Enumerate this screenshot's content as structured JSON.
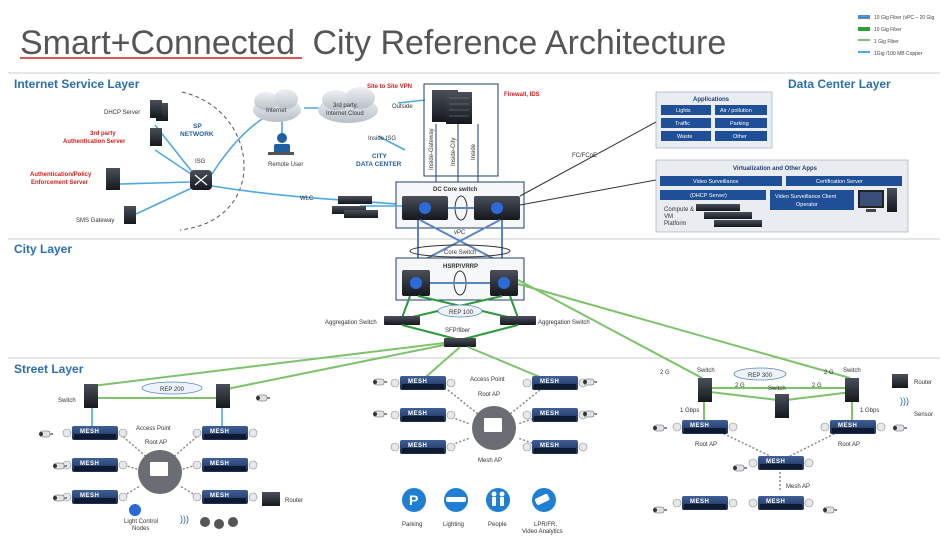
{
  "title": {
    "underlined": "Smart+Connected",
    "rest": " City Reference Architecture"
  },
  "legend": [
    {
      "label": "10 Gig Fiber (vPC – 20 Gig",
      "color": "#5b86c5"
    },
    {
      "label": "10 Gig Fiber",
      "color": "#2f9a3c"
    },
    {
      "label": "1 Gig Fiber",
      "color": "#7cc36a"
    },
    {
      "label": "1Gig /100 MB Copper",
      "color": "#4da9df"
    }
  ],
  "layers": {
    "internet": "Internet Service Layer",
    "datacenter": "Data Center Layer",
    "city": "City Layer",
    "street": "Street Layer"
  },
  "isl": {
    "dhcp": "DHCP Server",
    "party_l1": "3rd party",
    "party_l2": "Authentication Server",
    "aaa_l1": "Authentication/Policy",
    "aaa_l2": "Enforcement Server",
    "sms": "SMS Gateway",
    "sp_l1": "SP",
    "sp_l2": "NETWORK",
    "isg": "ISG",
    "internet": "Internet",
    "remote": "Remote User",
    "cloud_l1": "3rd party,",
    "cloud_l2": "Internet Cloud",
    "vpn": "Site to Site VPN",
    "outside": "Outside",
    "firewall": "Firewall, IDS",
    "inside_isg": "Inside ISG",
    "citydc_l1": "CITY",
    "citydc_l2": "DATA CENTER",
    "inside_gw": "Inside-Gateway",
    "inside_city": "Inside-City",
    "inside": "Inside",
    "wlc": "WLC",
    "fcfcoe": "FC/FCoE",
    "dccore": "DC Core switch",
    "vpc": "vPC"
  },
  "dc": {
    "apps_title": "Applications",
    "apps": [
      "Lights",
      "Air / pollution",
      "Traffic",
      "Parking",
      "Waste",
      "Other"
    ],
    "virt_title": "Virtualization and Other Apps",
    "video_mgmt": "Video Surveillance",
    "cert": "Certification Server",
    "dhcp": "(DHCP Server)",
    "compute_l1": "Compute &",
    "compute_l2": "VM",
    "compute_l3": "Platform",
    "vsc_l1": "Video Surveillance Client",
    "vsc_l2": "Operator"
  },
  "city": {
    "core": "Core Switch",
    "hsrp": "HSRP/VRRP",
    "agg_left": "Aggregation Switch",
    "agg_right": "Aggregation Switch",
    "rep100": "REP 100",
    "sfp": "SFP/fiber"
  },
  "street": {
    "mesh": "MESH",
    "rep200": "REP 200",
    "rep300": "REP 300",
    "switch": "Switch",
    "ap": "Access Point",
    "rootap": "Root AP",
    "meshap": "Mesh AP",
    "router": "Router",
    "sensor": "Sensor",
    "light_l1": "Light Control",
    "light_l2": "Nodes",
    "twog": "2 G",
    "onegbps": "1 Gbps"
  },
  "services": [
    {
      "label": "Parking",
      "icon": "parking-icon",
      "glyph": "P"
    },
    {
      "label": "Lighting",
      "icon": "lighting-icon",
      "glyph": "━"
    },
    {
      "label": "People",
      "icon": "people-icon",
      "glyph": "👥"
    },
    {
      "label": "LPR/FR,",
      "label2": "Video Analytics",
      "icon": "camera-icon",
      "glyph": "📷"
    }
  ],
  "colors": {
    "accent": "#2a6fb0",
    "red": "#d11f1f",
    "green_dark": "#2f9a3c",
    "green_light": "#7cc36a",
    "blue_link": "#4da9df",
    "navy": "#1f3f6f"
  }
}
